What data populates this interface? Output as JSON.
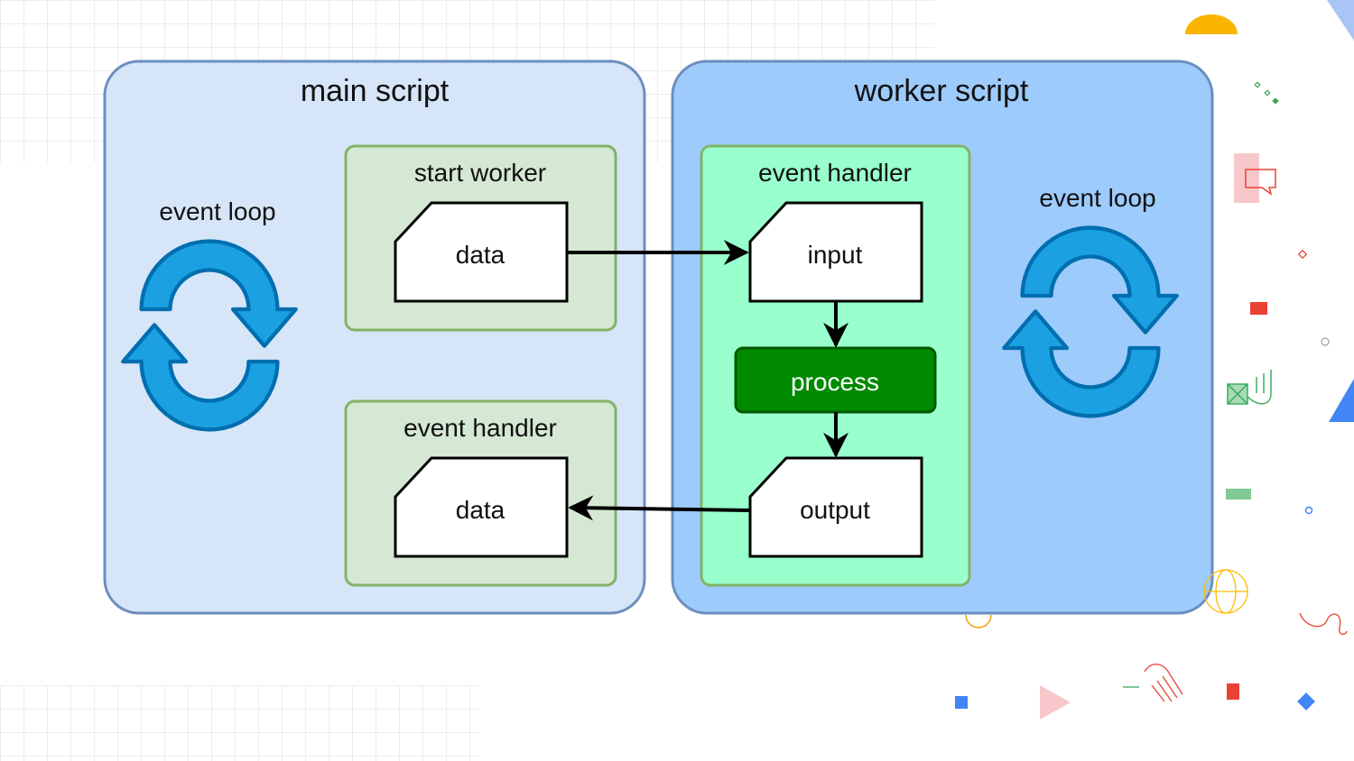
{
  "panels": {
    "main_title": "main script",
    "worker_title": "worker script"
  },
  "main": {
    "event_loop_label": "event loop",
    "start_worker": {
      "title": "start worker",
      "doc_label": "data"
    },
    "event_handler": {
      "title": "event handler",
      "doc_label": "data"
    }
  },
  "worker": {
    "event_loop_label": "event loop",
    "event_handler": {
      "title": "event handler",
      "input_label": "input",
      "process_label": "process",
      "output_label": "output"
    }
  },
  "colors": {
    "main_panel_fill": "#d6e5f8",
    "worker_panel_fill": "#9dcbfb",
    "panel_border": "#6c8ebf",
    "main_box_fill": "#d5e8d4",
    "worker_box_fill": "#99ffcc",
    "box_border": "#82b366",
    "process_fill": "#008a00",
    "process_border": "#005700",
    "loop_arrow": "#1ba1e2",
    "loop_arrow_border": "#006eaf"
  }
}
